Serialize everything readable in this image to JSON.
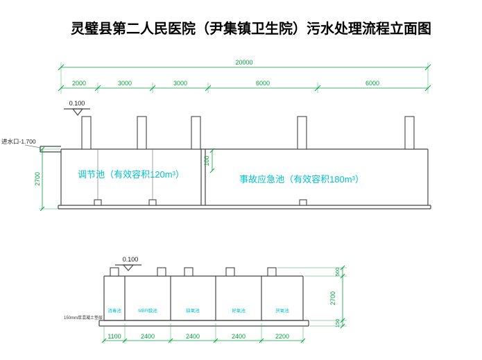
{
  "title": "灵璧县第二人民医院（尹集镇卫生院）污水处理流程立面图",
  "colors": {
    "dimension_green": "#00a03c",
    "label_cyan": "#00c2cc",
    "structure_gray": "#444444"
  },
  "upper": {
    "total_dim": "20000",
    "segment_dims": [
      "2000",
      "3000",
      "3000",
      "6000",
      "6000"
    ],
    "elevation": "0.100",
    "inlet_label": "进水口-1.700",
    "left_dim": "2700",
    "gap_dim": "100",
    "tank1_label": "调节池（有效容积120m³）",
    "tank2_label": "事故应急池（有效容积180m³）"
  },
  "lower": {
    "elevation": "0.100",
    "compartments": [
      "消毒池",
      "MBR膜池",
      "缺氧池",
      "好氧池",
      "厌氧池"
    ],
    "note": "150mm厚混凝土垫层",
    "bottom_dims": [
      "1100",
      "2400",
      "2400",
      "2400",
      "2200"
    ],
    "right_dims": [
      "500",
      "2700",
      "150"
    ]
  }
}
